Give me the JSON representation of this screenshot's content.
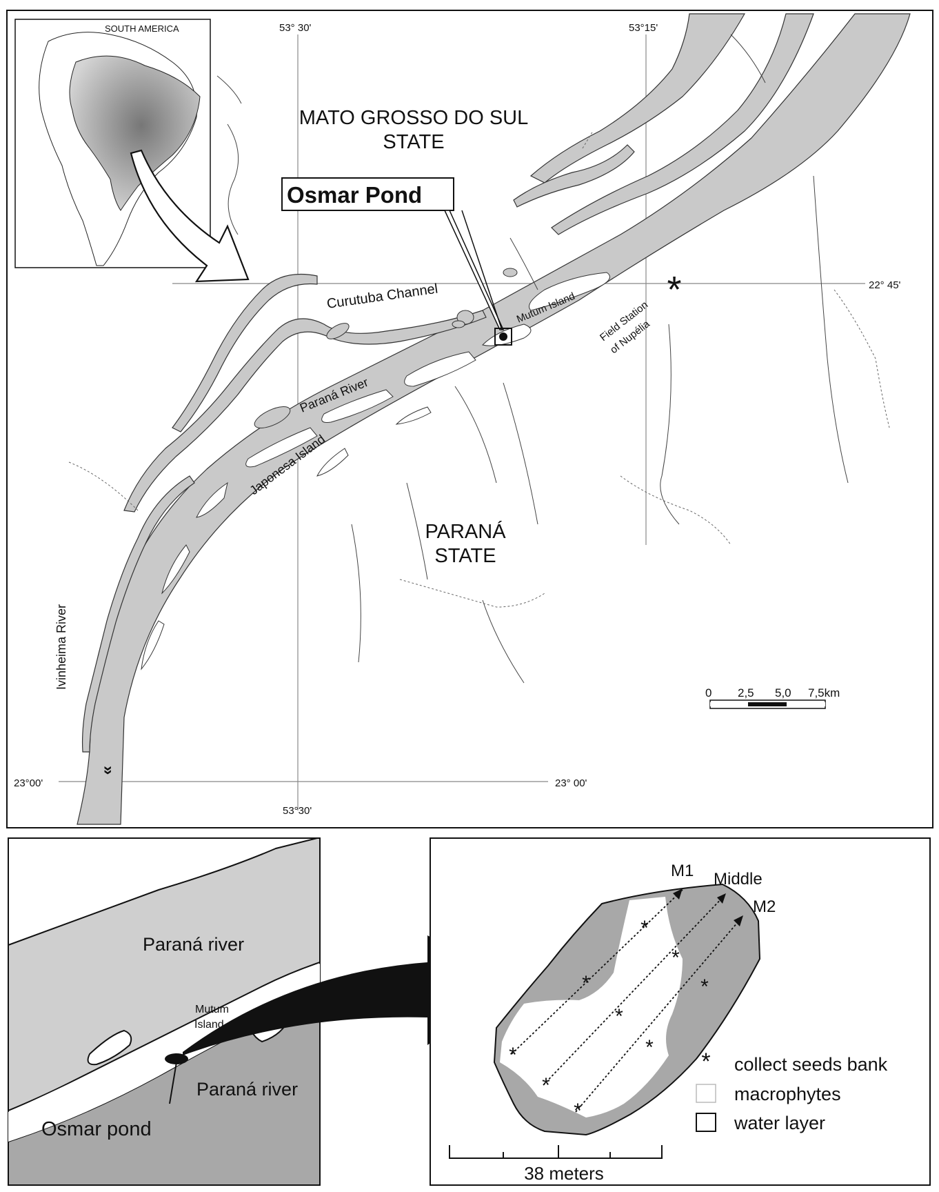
{
  "colors": {
    "water": "#c9c9c9",
    "river_dark": "#a8a8a8",
    "line": "#111111",
    "grid": "#888888",
    "background": "#ffffff"
  },
  "main_map": {
    "inset_label": "SOUTH AMERICA",
    "coords": {
      "top_left": "53° 30'",
      "top_right": "53°15'",
      "right_mid": "22° 45'",
      "bottom_left": "23°00'",
      "bottom_right": "23° 00'",
      "bottom_mid": "53°30'"
    },
    "state_north": [
      "MATO GROSSO DO SUL",
      "STATE"
    ],
    "state_south": [
      "PARANÁ",
      "STATE"
    ],
    "callout": "Osmar Pond",
    "labels": {
      "curutuba": "Curutuba  Channel",
      "mutum": "Mutum   Island",
      "field_station": [
        "Field Station",
        "of Nupélia"
      ],
      "parana_river": "Paraná  River",
      "japonesa": "Japonesa Island",
      "ivinheima": "Ivinheima River"
    },
    "scale_bar": {
      "ticks": [
        "0",
        "2,5",
        "5,0",
        "7,5km"
      ]
    }
  },
  "detail_map": {
    "river_top": "Paraná river",
    "river_bottom": "Paraná river",
    "island": [
      "Mutum",
      "Island"
    ],
    "pond": "Osmar pond"
  },
  "pond_map": {
    "transects": [
      "M1",
      "Middle",
      "M2"
    ],
    "legend": [
      {
        "symbol": "*",
        "label": "collect seeds bank"
      },
      {
        "symbol": "box-gray",
        "label": "macrophytes"
      },
      {
        "symbol": "box-white",
        "label": "water layer"
      }
    ],
    "scale_label": "38 meters"
  }
}
